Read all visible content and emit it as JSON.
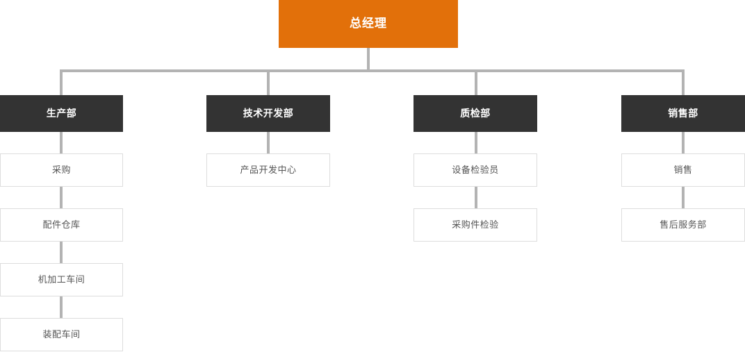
{
  "chart": {
    "type": "org-chart",
    "title": "",
    "colors": {
      "root_background": "#e2700a",
      "root_text": "#ffffff",
      "department_background": "#333333",
      "department_text": "#ffffff",
      "sub_background": "#ffffff",
      "sub_text": "#555555",
      "sub_border": "#dddddd",
      "connector": "#b3b3b3",
      "page_background": "#ffffff"
    },
    "root": {
      "label": "总经理"
    },
    "branches": [
      {
        "department": "生产部",
        "children": [
          "采购",
          "配件仓库",
          "机加工车间",
          "装配车间"
        ]
      },
      {
        "department": "技术开发部",
        "children": [
          "产品开发中心"
        ]
      },
      {
        "department": "质检部",
        "children": [
          "设备检验员",
          "采购件检验"
        ]
      },
      {
        "department": "销售部",
        "children": [
          "销售",
          "售后服务部"
        ]
      }
    ]
  }
}
